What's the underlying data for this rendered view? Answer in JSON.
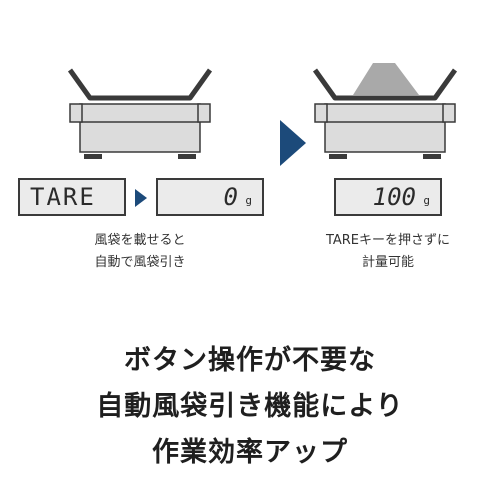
{
  "left_scale": {
    "display_tare": "TARE",
    "display_value": "0",
    "display_unit": "g",
    "caption_line1": "風袋を載せると",
    "caption_line2": "自動で風袋引き"
  },
  "right_scale": {
    "display_value": "100",
    "display_unit": "g",
    "caption_line1": "TAREキーを押さずに",
    "caption_line2": "計量可能"
  },
  "headline": {
    "line1": "ボタン操作が不要な",
    "line2": "自動風袋引き機能により",
    "line3": "作業効率アップ"
  },
  "colors": {
    "arrow": "#1c4a7a",
    "scale_body": "#dcdcdc",
    "scale_outline": "#3a3a3a",
    "content": "#a9a9a9"
  }
}
